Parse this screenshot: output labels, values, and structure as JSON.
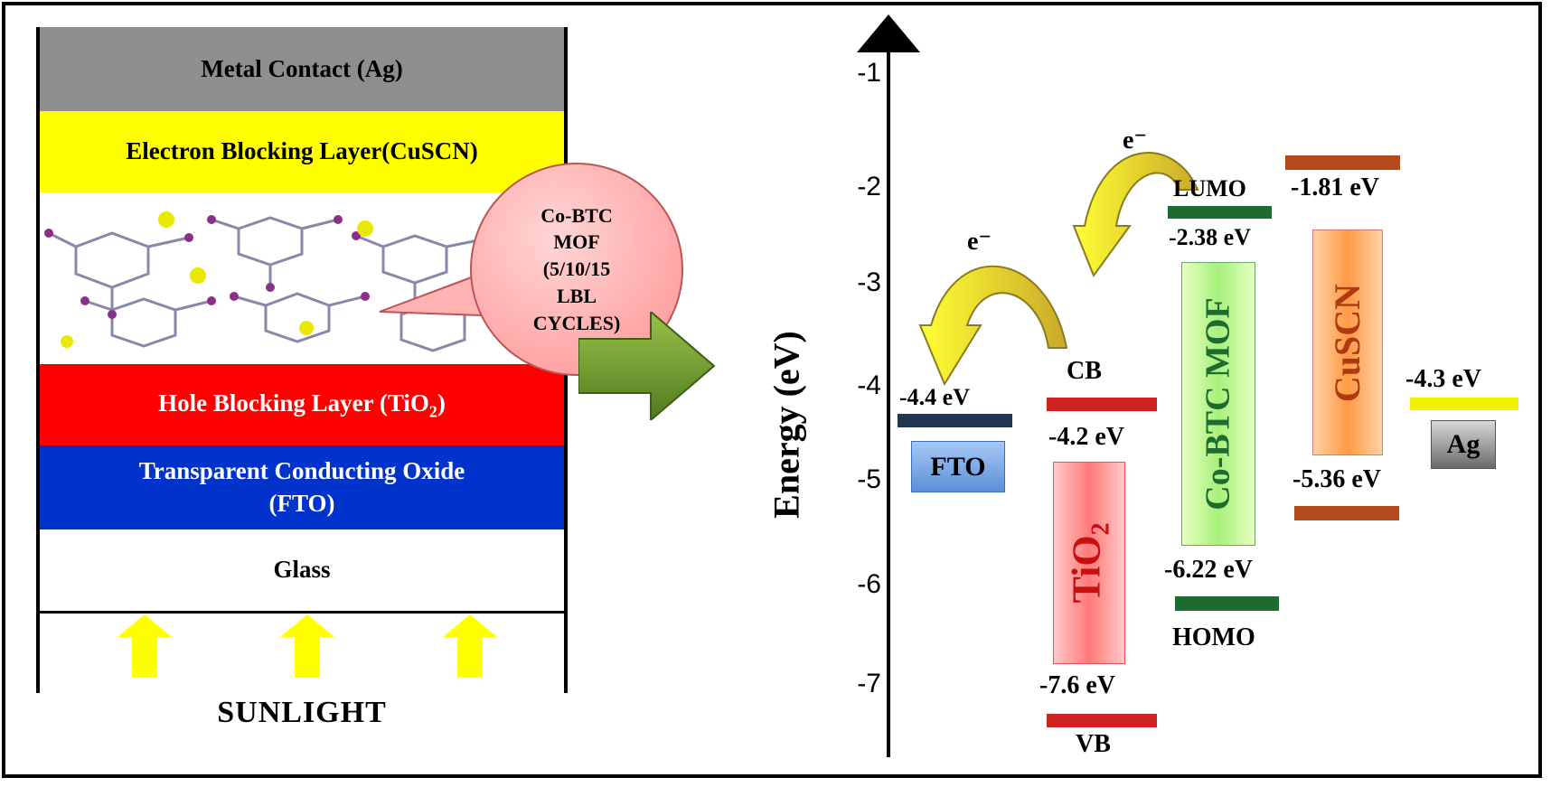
{
  "left": {
    "layers": {
      "metal": "Metal Contact (Ag)",
      "ebl": "Electron Blocking Layer(CuSCN)",
      "hbl_pre": "Hole Blocking Layer (TiO",
      "hbl_sub": "2",
      "hbl_post": ")",
      "tco_line1": "Transparent Conducting Oxide",
      "tco_line2": "(FTO)",
      "glass": "Glass"
    },
    "sunlight": "SUNLIGHT",
    "bubble": [
      "Co-BTC",
      "MOF",
      "(5/10/15",
      "LBL",
      "CYCLES)"
    ]
  },
  "diagram": {
    "axis_label": "Energy (eV)",
    "ticks": [
      "-1",
      "-2",
      "-3",
      "-4",
      "-5",
      "-6",
      "-7"
    ],
    "electron_label": "e⁻",
    "levels": {
      "fto": "-4.4 eV",
      "tio2_cb": "-4.2 eV",
      "tio2_vb": "-7.6 eV",
      "mof_lumo": "-2.38 eV",
      "mof_homo": "-6.22 eV",
      "cuscn_top": "-1.81 eV",
      "cuscn_bottom": "-5.36 eV",
      "ag": "-4.3 eV"
    },
    "band_names": {
      "cb": "CB",
      "vb": "VB",
      "lumo": "LUMO",
      "homo": "HOMO"
    },
    "materials": {
      "fto": "FTO",
      "tio2": "TiO",
      "tio2_sub": "2",
      "mof": "Co-BTC MOF",
      "cuscn": "CuSCN",
      "ag": "Ag"
    },
    "colors": {
      "fto_bar": "#1f3550",
      "tio2_bar": "#cc2222",
      "mof_bar": "#1e6b32",
      "cuscn_bar": "#b34a1d",
      "ag_bar": "#f2f200",
      "mof_text": "#1e6b32",
      "tio2_text": "#c81010",
      "cuscn_text": "#b03a10"
    }
  }
}
